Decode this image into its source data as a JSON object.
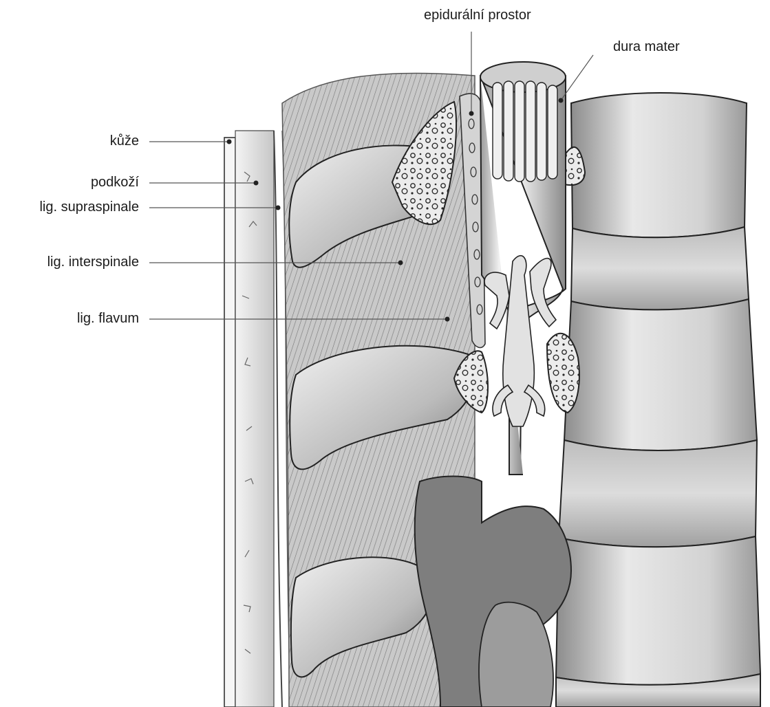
{
  "labels": {
    "epidural_space": "epidurální prostor",
    "dura_mater": "dura mater",
    "skin": "kůže",
    "subcutis": "podkoží",
    "supraspinous_ligament": "lig. supraspinale",
    "interspinous_ligament": "lig. interspinale",
    "ligamentum_flavum": "lig. flavum"
  },
  "colors": {
    "background": "#ffffff",
    "bone_light": "#e4e4e4",
    "bone_shade": "#a8a8a8",
    "tissue_dark": "#6a6a6a",
    "line": "#222222",
    "leader": "#555555"
  }
}
